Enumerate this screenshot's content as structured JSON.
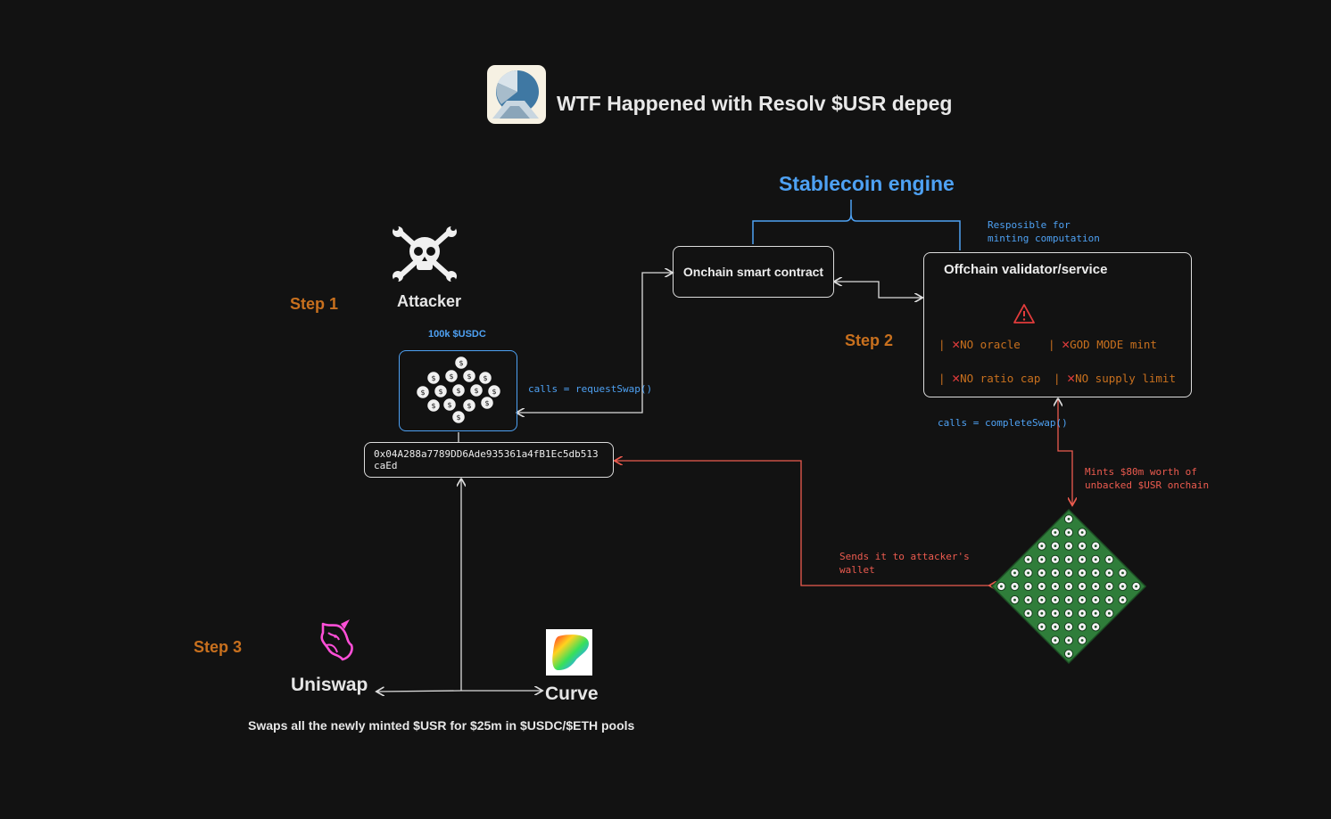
{
  "title": "WTF Happened with Resolv $USR depeg",
  "engine_heading": "Stablecoin engine",
  "steps": {
    "step1": "Step 1",
    "step2": "Step 2",
    "step3": "Step 3"
  },
  "attacker": {
    "label": "Attacker",
    "icon": "skull-crossed-wrenches-icon"
  },
  "usdc": {
    "amount_label": "100k $USDC",
    "icon": "coin-pile-icon"
  },
  "wallet_address": "0x04A288a7789DD6Ade935361a4fB1Ec5db513caEd",
  "onchain_contract": "Onchain smart contract",
  "offchain": {
    "title": "Offchain validator/service",
    "note_line1": "Resposible for",
    "note_line2": "minting computation",
    "flags": [
      "NO oracle",
      "GOD MODE mint",
      "NO ratio cap",
      "NO supply limit"
    ],
    "flag_icon": "red-x-icon",
    "warning_icon": "warning-triangle-icon"
  },
  "arrows": {
    "request_swap": "calls = requestSwap()",
    "complete_swap": "calls = completeSwap()",
    "mints_line1": "Mints $80m worth of",
    "mints_line2": "unbacked $USR onchain",
    "sends_line1": "Sends it to attacker's",
    "sends_line2": "wallet"
  },
  "dexes": {
    "uniswap": "Uniswap",
    "curve": "Curve",
    "swap_note": "Swaps all the newly minted $USR for $25m in $USDC/$ETH pools"
  },
  "colors": {
    "background": "#121212",
    "accent_blue": "#4ea1f3",
    "step_orange": "#c8701e",
    "alert_red": "#ec5b4f",
    "money_green": "#2f7d3a"
  }
}
